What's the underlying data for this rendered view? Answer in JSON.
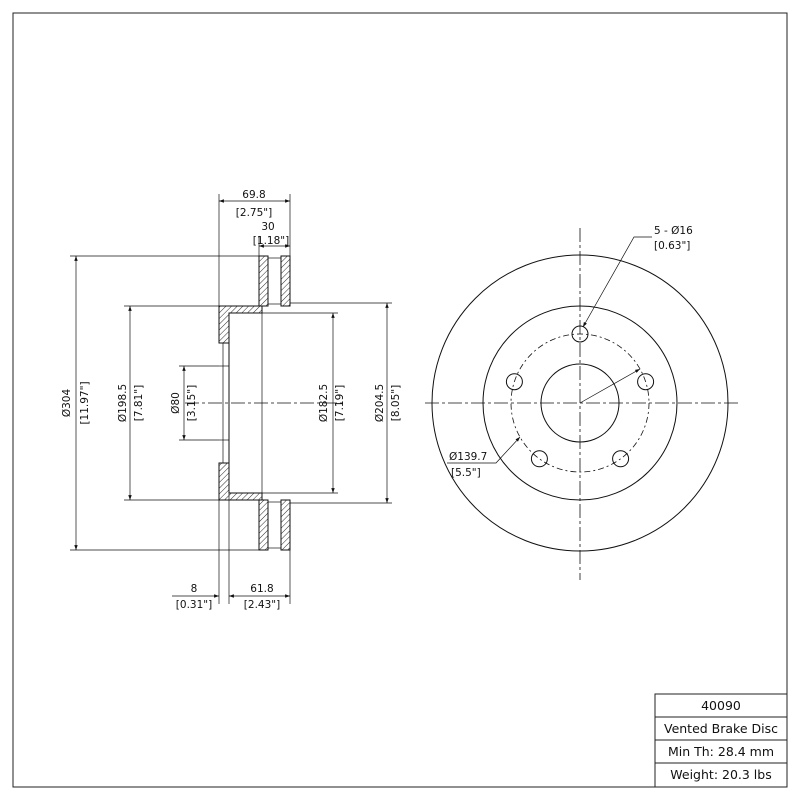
{
  "title_block": {
    "part_number": "40090",
    "description": "Vented Brake Disc",
    "min_thickness": "Min Th: 28.4 mm",
    "weight": "Weight: 20.3 lbs"
  },
  "dimensions": {
    "overall_height": {
      "mm": "69.8",
      "in": "[2.75\"]"
    },
    "disc_thickness": {
      "mm": "30",
      "in": "[1.18\"]"
    },
    "outer_diameter": {
      "mm": "Ø304",
      "in": "[11.97\"]"
    },
    "hat_diameter": {
      "mm": "Ø198.5",
      "in": "[7.81\"]"
    },
    "center_bore": {
      "mm": "Ø80",
      "in": "[3.15\"]"
    },
    "inner_diameter": {
      "mm": "Ø182.5",
      "in": "[7.19\"]"
    },
    "vane_diameter": {
      "mm": "Ø204.5",
      "in": "[8.05\"]"
    },
    "hat_thickness": {
      "mm": "8",
      "in": "[0.31\"]"
    },
    "hat_depth": {
      "mm": "61.8",
      "in": "[2.43\"]"
    },
    "bolt_holes": {
      "mm": "5 - Ø16",
      "in": "[0.63\"]"
    },
    "bolt_circle": {
      "mm": "Ø139.7",
      "in": "[5.5\"]"
    }
  }
}
